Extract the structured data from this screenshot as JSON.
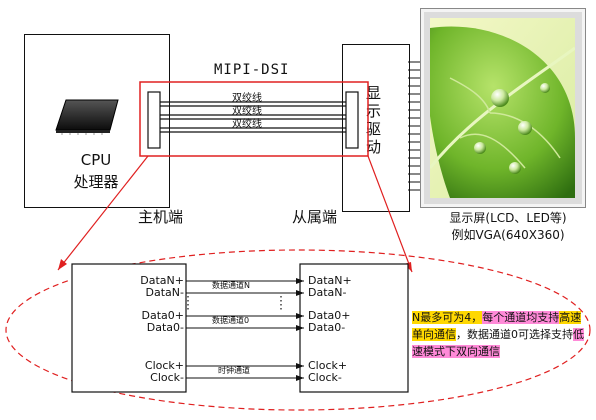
{
  "title": "MIPI-DSI",
  "host": {
    "chip_line1": "CPU",
    "chip_line2": "处理器",
    "side_label": "主机端"
  },
  "slave": {
    "driver_label": "显示驱动",
    "side_label": "从属端"
  },
  "twisted_pairs": [
    "双绞线",
    "双绞线",
    "双绞线"
  ],
  "display": {
    "caption_line1": "显示屏(LCD、LED等)",
    "caption_line2": "例如VGA(640X360)"
  },
  "detail": {
    "left_labels": [
      "DataN+",
      "DataN-",
      "Data0+",
      "Data0-",
      "Clock+",
      "Clock-"
    ],
    "right_labels": [
      "DataN+",
      "DataN-",
      "Data0+",
      "Data0-",
      "Clock+",
      "Clock-"
    ],
    "channel_labels": [
      "数据通道N",
      "数据通道0",
      "时钟通道"
    ]
  },
  "note": {
    "part1": "N最多可为4，",
    "part2": "每个通道均支持",
    "part3": "高速单向通信",
    "part4": "，数据通道0可选择支持",
    "part5": "低速模式下双向通信"
  },
  "colors": {
    "accent_red": "#e02020",
    "highlight_yellow": "#ffd800",
    "highlight_pink": "#ff8ad8",
    "leaf_green": "#6fb52a"
  }
}
